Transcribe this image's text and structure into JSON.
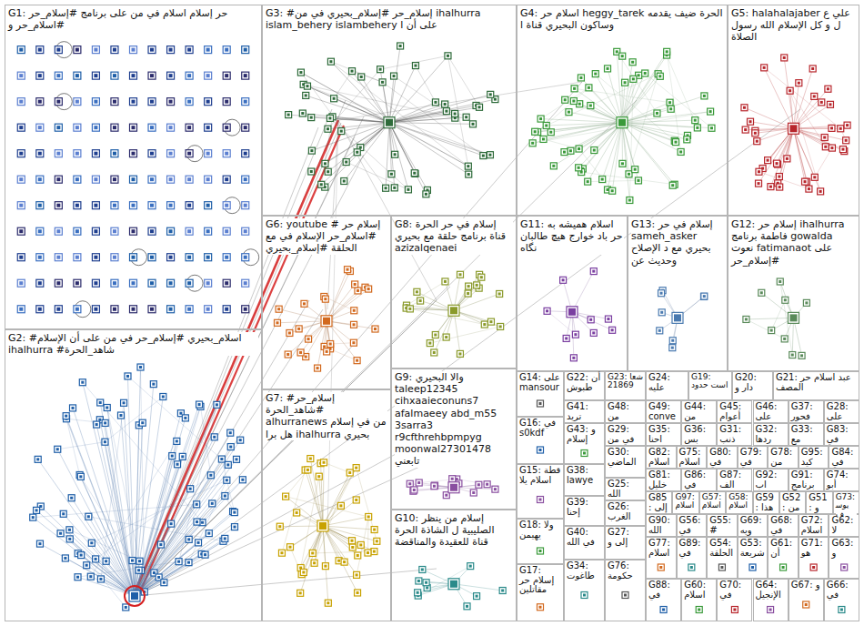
{
  "diagram": {
    "nodes": [
      {
        "text": [
          "G1: حر إسلام اسلام في من على برنامج #إسلام_حر #اسلام_حر و"
        ]
      },
      {
        "text": [
          "G3: #إسلام_حر #إسلام_بحيري في من ihalhurra islam_behery islambehery على أن ا"
        ]
      },
      {
        "text": [
          "G4: اسلام حر heggy_tarek الحرة ضيف يقدمه وساكون البحيري قناة ا"
        ]
      },
      {
        "text": [
          "G5: halahalajaber علي ع ل و كل الإسلام الله رسول الصلاة"
        ]
      },
      {
        "text": [
          "G6: youtube إسلام حر # #اسلام_حر الإسلام في مع الحلقة #إسلام_بحيري"
        ]
      },
      {
        "text": [
          "G8: إسلام في حر الحرة قناة برنامج حلقة مع بحيري azizalqenaei"
        ]
      },
      {
        "text": [
          "G11: اسلام هميشه به حر باد خوارج هيچ طالبان نگاه"
        ]
      },
      {
        "text": [
          "G13: إسلام في حر sameh_asker بحيري مع د الإصلاح وحديث عن"
        ]
      },
      {
        "text": [
          "G12: إسلام حر ihalhurra فاطمة برنامج gowalda نعوت fatimanaot على #إسلام_حر"
        ]
      },
      {
        "text": [
          "G2: #اسلام_بحيري #إسلام_حر في من على أن الإسلام ihalhurra #شاهد_الحرة"
        ]
      },
      {
        "text": [
          "G7: #إسلام_حر #شاهد_الحرة alhurranews من في إسلام هل برا ihalhurra بحيري"
        ]
      },
      {
        "text": [
          "G9: والا البحيري taleep12345 cihxaaieconuns7 afalmaeey abd_m55 3sarra3 r9cfthrehbpmpyg moonwal27301478 تابعني"
        ]
      },
      {
        "text": [
          "G10: إسلام من ينظر الصليبية ل الشاذة الحرة قناة للعقيدة والمناقضة"
        ]
      },
      {
        "text": [
          "G14: على mansour"
        ]
      },
      {
        "text": [
          "G22: أن طبوش"
        ]
      },
      {
        "text": [
          "G23: شعا 21869"
        ]
      },
      {
        "text": [
          "G24: عليه"
        ]
      },
      {
        "text": [
          "G19: است حدود"
        ]
      },
      {
        "text": [
          "G20: دار و"
        ]
      },
      {
        "text": [
          "G21: عبد اسلام حر المصف"
        ]
      },
      {
        "text": [
          "G41: تريد"
        ]
      },
      {
        "text": [
          "G48: من"
        ]
      },
      {
        "text": [
          "G49: conve"
        ]
      },
      {
        "text": [
          "G44: من"
        ]
      },
      {
        "text": [
          "G45: أعوام"
        ]
      },
      {
        "text": [
          "G46: على"
        ]
      },
      {
        "text": [
          "G37: فحور"
        ]
      },
      {
        "text": [
          "G28: على"
        ]
      },
      {
        "text": [
          "G16: في s0kdf"
        ]
      },
      {
        "text": [
          "G43: و إسلام"
        ]
      },
      {
        "text": [
          "G29: في من"
        ]
      },
      {
        "text": [
          "G35: احنا"
        ]
      },
      {
        "text": [
          "G36: بس"
        ]
      },
      {
        "text": [
          "G31: ذنب"
        ]
      },
      {
        "text": [
          "G32: ردها"
        ]
      },
      {
        "text": [
          "G33: مع"
        ]
      },
      {
        "text": [
          "G83: في"
        ]
      },
      {
        "text": [
          "G30: الماضي"
        ]
      },
      {
        "text": [
          "G82: اسلام"
        ]
      },
      {
        "text": [
          "G75: اسلام"
        ]
      },
      {
        "text": [
          "G80: في"
        ]
      },
      {
        "text": [
          "G79: في"
        ]
      },
      {
        "text": [
          "G78: من"
        ]
      },
      {
        "text": [
          "G95: كيد"
        ]
      },
      {
        "text": [
          "G84: في"
        ]
      },
      {
        "text": [
          "G15: قطة اسلام يلا"
        ]
      },
      {
        "text": [
          "G38: lawye"
        ]
      },
      {
        "text": [
          "G81: خليل"
        ]
      },
      {
        "text": [
          "G86: في"
        ]
      },
      {
        "text": [
          "G87: الف"
        ]
      },
      {
        "text": [
          "G92: اب"
        ]
      },
      {
        "text": [
          "G91: برنامج"
        ]
      },
      {
        "text": [
          "G74: أبو"
        ]
      },
      {
        "text": [
          "G25: الله"
        ]
      },
      {
        "text": [
          "G85: إلى"
        ]
      },
      {
        "text": [
          "G97: اسلام"
        ]
      },
      {
        "text": [
          "G57: اسلام"
        ]
      },
      {
        "text": [
          "G58: اسلام"
        ]
      },
      {
        "text": [
          "G59: هذا"
        ]
      },
      {
        "text": [
          "G52: من"
        ]
      },
      {
        "text": [
          "G51: و"
        ]
      },
      {
        "text": [
          "G73: يوسف"
        ]
      },
      {
        "text": [
          "G39: إحنا"
        ]
      },
      {
        "text": [
          "G26: الغرب"
        ]
      },
      {
        "text": [
          "G90: الله"
        ]
      },
      {
        "text": [
          "G56: في"
        ]
      },
      {
        "text": [
          "G55: #"
        ]
      },
      {
        "text": [
          "G69: ويه"
        ]
      },
      {
        "text": [
          "G68: في"
        ]
      },
      {
        "text": [
          "G72: اسلام"
        ]
      },
      {
        "text": [
          "G62: لا"
        ]
      },
      {
        "text": [
          "G18: ولا يهيمن"
        ]
      },
      {
        "text": [
          "G40: في الله"
        ]
      },
      {
        "text": [
          "G27: إلى و"
        ]
      },
      {
        "text": [
          "G77: اسلام"
        ]
      },
      {
        "text": [
          "G89: في"
        ]
      },
      {
        "text": [
          "G54: الحلقة"
        ]
      },
      {
        "text": [
          "G53: شريعة"
        ]
      },
      {
        "text": [
          "G61: أن"
        ]
      },
      {
        "text": [
          "G71: هو"
        ]
      },
      {
        "text": [
          "G63: و"
        ]
      },
      {
        "text": [
          "G17: إسلام حر مقاتلين"
        ]
      },
      {
        "text": [
          "G34: طاغوت"
        ]
      },
      {
        "text": [
          "G76: حكومة"
        ]
      },
      {
        "text": [
          "G88: في"
        ]
      },
      {
        "text": [
          "G60: اسلام"
        ]
      },
      {
        "text": [
          "G70: في"
        ]
      },
      {
        "text": [
          "G64: الإنجيل"
        ]
      },
      {
        "text": [
          "G67: و"
        ]
      },
      {
        "text": [
          "G66: في"
        ]
      }
    ]
  }
}
